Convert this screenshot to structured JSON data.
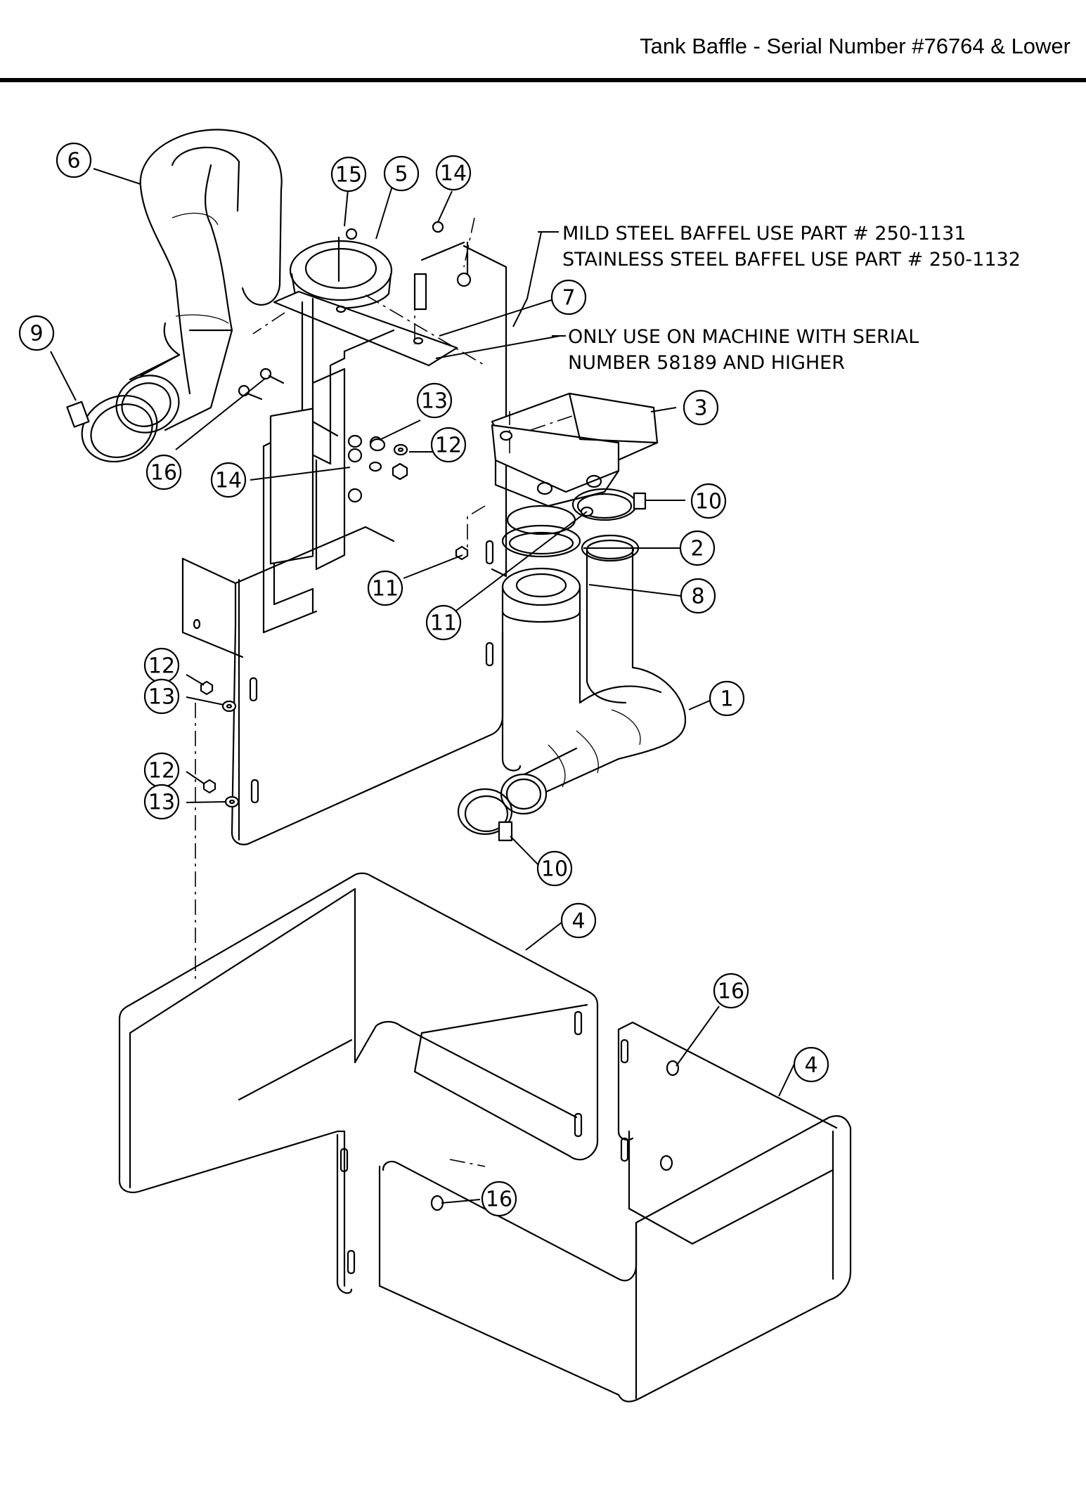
{
  "header": {
    "title": "Tank Baffle - Serial Number #76764 & Lower"
  },
  "notes": {
    "baffle_line1": "MILD STEEL BAFFEL USE PART # 250-1131",
    "baffle_line2": "STAINLESS STEEL BAFFEL USE PART # 250-1132",
    "serial_line1": "ONLY USE ON MACHINE WITH SERIAL",
    "serial_line2": "NUMBER 58189 AND HIGHER"
  },
  "callouts": [
    {
      "id": "c6",
      "label": "6"
    },
    {
      "id": "c15",
      "label": "15"
    },
    {
      "id": "c5",
      "label": "5"
    },
    {
      "id": "c14a",
      "label": "14"
    },
    {
      "id": "c7",
      "label": "7"
    },
    {
      "id": "c9",
      "label": "9"
    },
    {
      "id": "c3",
      "label": "3"
    },
    {
      "id": "c13a",
      "label": "13"
    },
    {
      "id": "c12a",
      "label": "12"
    },
    {
      "id": "c16a",
      "label": "16"
    },
    {
      "id": "c14b",
      "label": "14"
    },
    {
      "id": "c10a",
      "label": "10"
    },
    {
      "id": "c2",
      "label": "2"
    },
    {
      "id": "c11a",
      "label": "11"
    },
    {
      "id": "c8",
      "label": "8"
    },
    {
      "id": "c11b",
      "label": "11"
    },
    {
      "id": "c12b",
      "label": "12"
    },
    {
      "id": "c13b",
      "label": "13"
    },
    {
      "id": "c1",
      "label": "1"
    },
    {
      "id": "c12c",
      "label": "12"
    },
    {
      "id": "c13c",
      "label": "13"
    },
    {
      "id": "c10b",
      "label": "10"
    },
    {
      "id": "c4a",
      "label": "4"
    },
    {
      "id": "c16b",
      "label": "16"
    },
    {
      "id": "c4b",
      "label": "4"
    },
    {
      "id": "c16c",
      "label": "16"
    }
  ]
}
